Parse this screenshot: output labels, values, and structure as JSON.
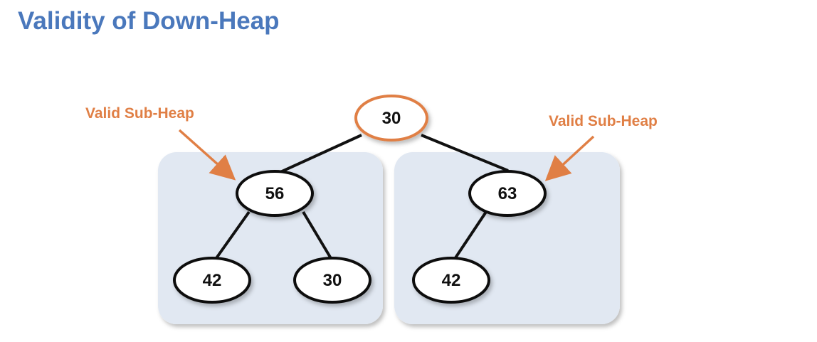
{
  "title": "Validity of Down-Heap",
  "colors": {
    "title": "#4a78bc",
    "accent": "#e07f45",
    "subheap_fill": "#e1e8f2",
    "node_stroke": "#111111",
    "node_fill": "#ffffff"
  },
  "tree": {
    "root": "30",
    "left": "56",
    "left_left": "42",
    "left_right": "30",
    "right": "63",
    "right_left": "42"
  },
  "annotations": {
    "left": "Valid Sub-Heap",
    "right": "Valid Sub-Heap"
  }
}
